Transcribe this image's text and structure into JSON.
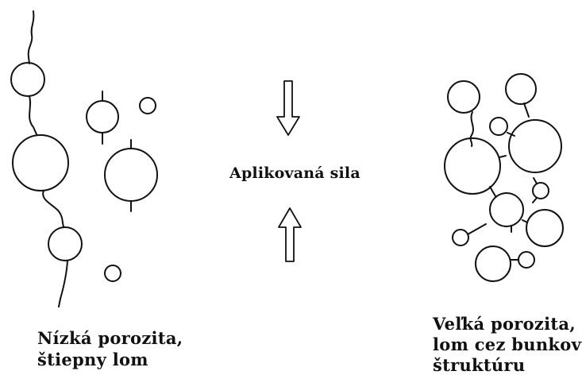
{
  "labels": {
    "applied_force": "Aplikovaná sila",
    "low_porosity": {
      "line1": "Nízká porozita,",
      "line2": "štiepny lom"
    },
    "high_porosity": {
      "line1": "Veľká porozita,",
      "line2": "lom cez bunkovú",
      "line3": "štruktúru"
    }
  },
  "colors": {
    "ink": "#111111",
    "background": "#ffffff"
  }
}
